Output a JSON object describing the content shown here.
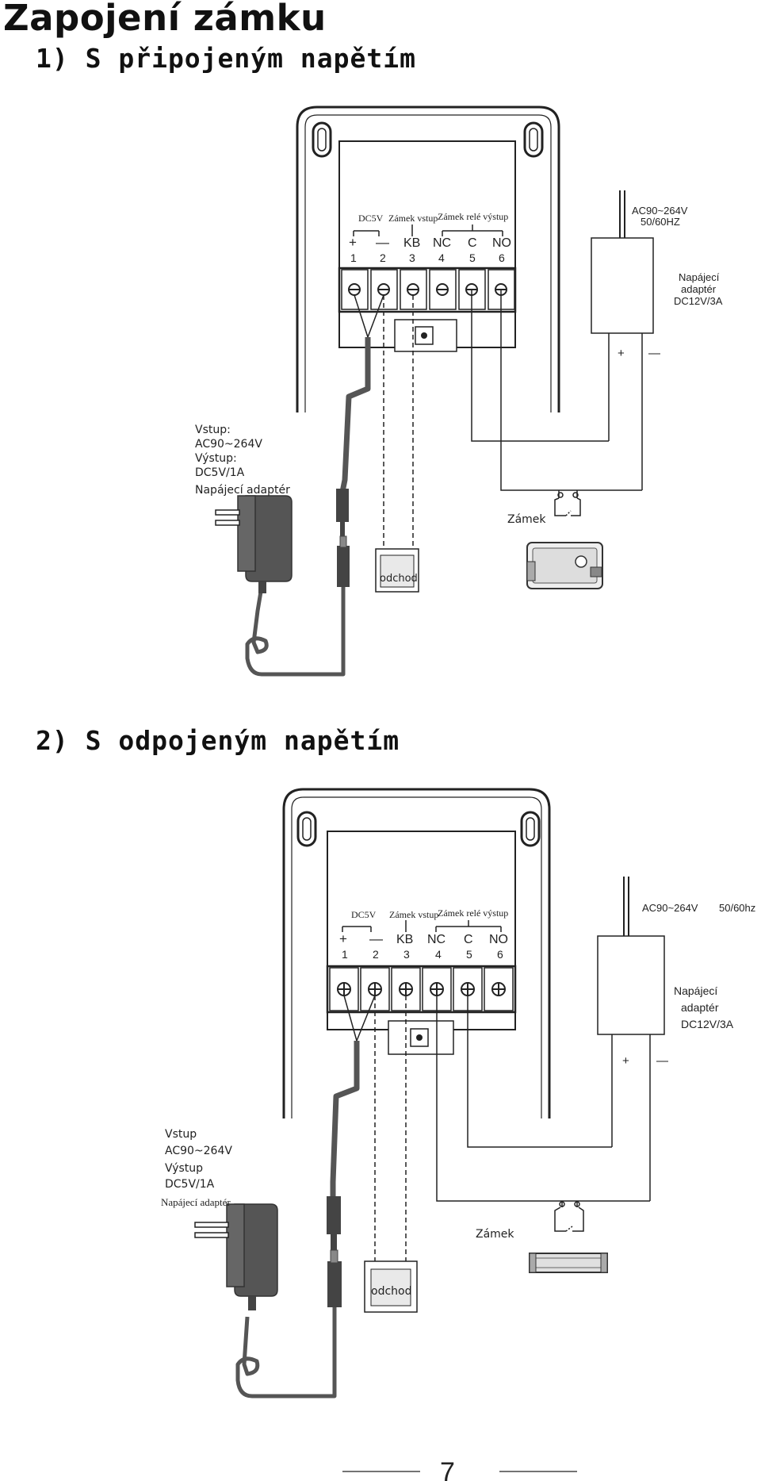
{
  "title": "Zapojení zámku",
  "diagrams": [
    {
      "heading": "1) S připojeným napětím",
      "terminals": {
        "group_dc": "DC5V",
        "group_kb": "Zámek vstup",
        "group_relay": "Zámek relé výstup",
        "signs": [
          "+",
          "—",
          "KB",
          "NC",
          "C",
          "NO"
        ],
        "numbers": [
          "1",
          "2",
          "3",
          "4",
          "5",
          "6"
        ]
      },
      "mains_spec_1": "AC90~264V",
      "mains_spec_2": "50/60HZ",
      "adapter_label_1": "Napájecí",
      "adapter_label_2": "adaptér",
      "adapter_label_3": "DC12V/3A",
      "plus": "+",
      "minus": "—",
      "psu_in_1": "Vstup:",
      "psu_in_2": "AC90~264V",
      "psu_out_1": "Výstup:",
      "psu_out_2": "DC5V/1A",
      "psu_name": "Napájecí adaptér",
      "lock_label": "Zámek",
      "exit_label": "odchod"
    },
    {
      "heading": "2) S odpojeným napětím",
      "terminals": {
        "group_dc": "DC5V",
        "group_kb": "Zámek vstup",
        "group_relay": "Zámek relé výstup",
        "signs": [
          "+",
          "—",
          "KB",
          "NC",
          "C",
          "NO"
        ],
        "numbers": [
          "1",
          "2",
          "3",
          "4",
          "5",
          "6"
        ]
      },
      "mains_spec_1": "AC90~264V",
      "mains_spec_2": "50/60hz",
      "adapter_label_1": "Napájecí",
      "adapter_label_2": "adaptér",
      "adapter_label_3": "DC12V/3A",
      "plus": "+",
      "minus": "—",
      "psu_in_1": "Vstup",
      "psu_in_2": "AC90~264V",
      "psu_out_1": "Výstup",
      "psu_out_2": "DC5V/1A",
      "psu_name": "Napájecí adaptér",
      "lock_label": "Zámek",
      "exit_label": "odchod"
    }
  ],
  "page_number": "7",
  "colors": {
    "line": "#222222",
    "cable": "#555555",
    "device": "#444444"
  }
}
